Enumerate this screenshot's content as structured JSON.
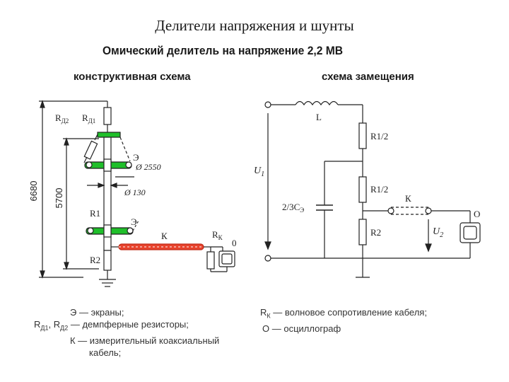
{
  "title": "Делители напряжения и шунты",
  "subtitle": "Омический делитель на напряжение 2,2 МВ",
  "left_section": "конструктивная схема",
  "right_section": "схема замещения",
  "left_labels": {
    "rd2": "R",
    "rd2_sub": "Д2",
    "rd1": "R",
    "rd1_sub": "Д1",
    "e_top": "Э",
    "d2550": "Ø 2550",
    "d130": "Ø 130",
    "r1": "R1",
    "e_bottom": "Э",
    "k": "К",
    "rk": "R",
    "rk_sub": "К",
    "o": "0",
    "r2": "R2",
    "dim_6680": "6680",
    "dim_5700": "5700"
  },
  "right_labels": {
    "l": "L",
    "r1_half_top": "R1/2",
    "r1_half_bottom": "R1/2",
    "u1": "U",
    "u1_sub": "1",
    "c": "2/3C",
    "c_sub": "Э",
    "k": "К",
    "o": "O",
    "u2": "U",
    "u2_sub": "2",
    "r2": "R2"
  },
  "legend_left": [
    "Э — экраны;",
    "R",
    "Д1",
    ", R",
    "Д2",
    " — демпферные резисторы;",
    "К — измерительный коаксиальный",
    "кабель;"
  ],
  "legend_right": [
    "R",
    "К",
    " — волновое сопротивление кабеля;",
    "О — осциллограф"
  ],
  "colors": {
    "screen": "#1fbf2a",
    "cable": "#e8432c",
    "line": "#222222"
  }
}
